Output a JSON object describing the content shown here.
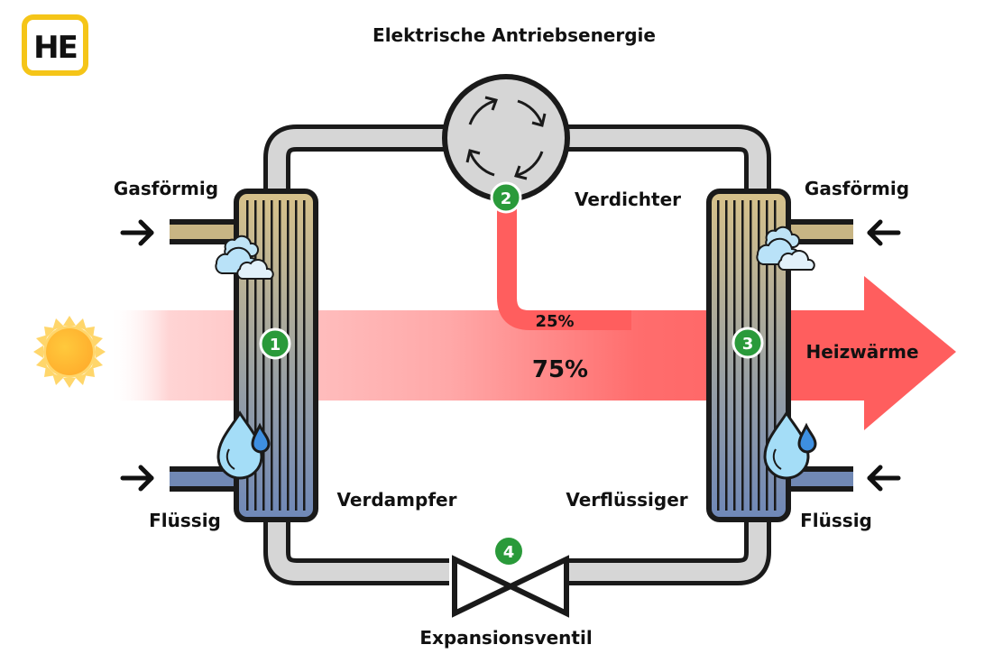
{
  "logo": {
    "text": "HE",
    "border_color": "#F5C518"
  },
  "title": "Elektrische Antriebsenergie",
  "labels": {
    "left_gas": "Gasförmig",
    "left_liquid": "Flüssig",
    "right_gas": "Gasförmig",
    "right_liquid": "Flüssig",
    "evaporator": "Verdampfer",
    "condenser": "Verflüssiger",
    "compressor": "Verdichter",
    "expansion_valve": "Expansionsventil",
    "heat_output": "Heizwärme"
  },
  "percentages": {
    "electric_share": "25%",
    "environment_share": "75%"
  },
  "steps": [
    {
      "number": "1",
      "component": "Verdampfer"
    },
    {
      "number": "2",
      "component": "Verdichter"
    },
    {
      "number": "3",
      "component": "Verflüssiger"
    },
    {
      "number": "4",
      "component": "Expansionsventil"
    }
  ],
  "icons": {
    "sun": "sun-icon",
    "clouds": "cloud-icon",
    "droplets": "water-drop-icon",
    "compressor": "rotation-arrows-icon",
    "valve": "valve-icon",
    "arrows": "arrow-icon"
  },
  "colors": {
    "heat_red": "#FF5E5E",
    "step_green": "#2A9A3A",
    "pipe_gray": "#D6D6D6",
    "gas_tan": "#D8C28A",
    "liquid_blue": "#7189B5",
    "outline": "#1A1A1A"
  }
}
